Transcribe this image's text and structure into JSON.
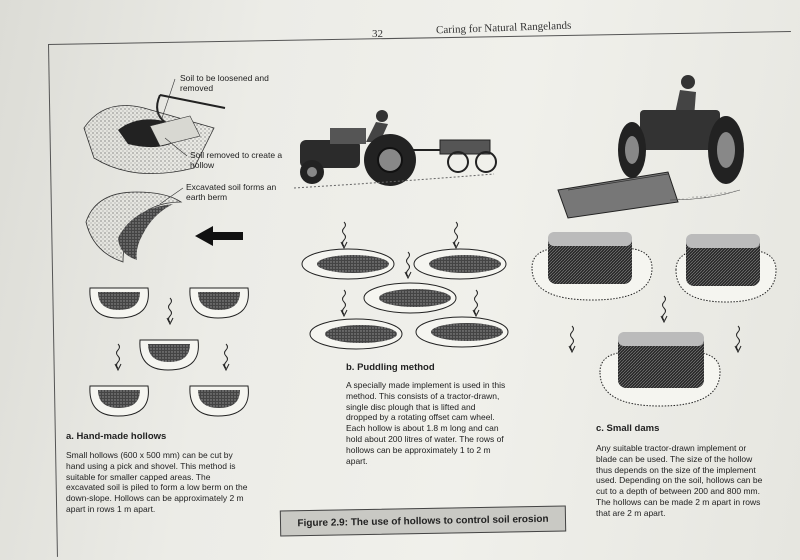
{
  "header": {
    "page_number": "32",
    "running_title": "Caring for Natural Rangelands"
  },
  "callouts": {
    "soil_loosened": "Soil to be loosened and removed",
    "soil_removed": "Soil removed to create a hollow",
    "excavated_soil": "Excavated soil forms an earth berm"
  },
  "sections": {
    "a": {
      "title": "a. Hand-made hollows",
      "body": "Small hollows (600 x 500 mm) can be cut by hand using a pick and shovel. This method is suitable for smaller capped areas. The excavated soil is piled to form a low berm on the down-slope. Hollows can be approximately 2 m apart in rows 1 m apart."
    },
    "b": {
      "title": "b. Puddling method",
      "body": "A specially made implement is used in this method. This consists of a tractor-drawn, single disc plough that is lifted and dropped by a rotating offset cam wheel. Each hollow is about 1.8 m long and can hold about 200 litres of water. The rows of hollows can be approximately 1 to 2 m apart."
    },
    "c": {
      "title": "c. Small dams",
      "body": "Any suitable tractor-drawn implement or blade can be used. The size of the hollow thus depends on the size of the implement used. Depending on the soil, hollows can be cut to a depth of between 200 and 800 mm. The hollows can be made 2 m apart in rows that are 2 m apart."
    }
  },
  "figure": {
    "caption": "Figure 2.9: The use of hollows to control soil erosion"
  },
  "icons": [
    "shovel-icon",
    "tractor-icon",
    "arrow-left-icon",
    "water-flow-icon",
    "hollow-icon",
    "dam-icon"
  ]
}
